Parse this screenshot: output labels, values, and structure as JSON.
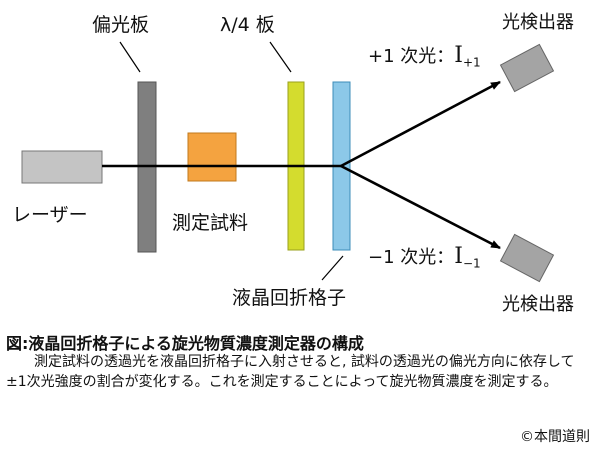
{
  "labels": {
    "polarizer": "偏光板",
    "quarter_wave_plate": "λ/4 板",
    "detector_top": "光検出器",
    "detector_bottom": "光検出器",
    "laser": "レーザー",
    "sample": "測定試料",
    "grating": "液晶回折格子",
    "plus_order": "+1 次光：",
    "minus_order": "−1 次光：",
    "intensity_symbol": "I",
    "plus_subscript": "+1",
    "minus_subscript": "−1"
  },
  "caption": {
    "title": "図:液晶回折格子による旋光物質濃度測定器の構成",
    "body": "測定試料の透過光を液晶回折格子に入射させると, 試料の透過光の偏光方向に依存して±1次光強度の割合が変化する。これを測定することによって旋光物質濃度を測定する。",
    "credit": "©本間道則"
  },
  "colors": {
    "laser": "#c4c4c4",
    "polarizer": "#7f7f7f",
    "sample": "#f4a340",
    "quarter_wave_plate": "#d4dc2e",
    "grating": "#8cc8e8",
    "detector": "#a4a4a4",
    "beam": "#000000"
  }
}
